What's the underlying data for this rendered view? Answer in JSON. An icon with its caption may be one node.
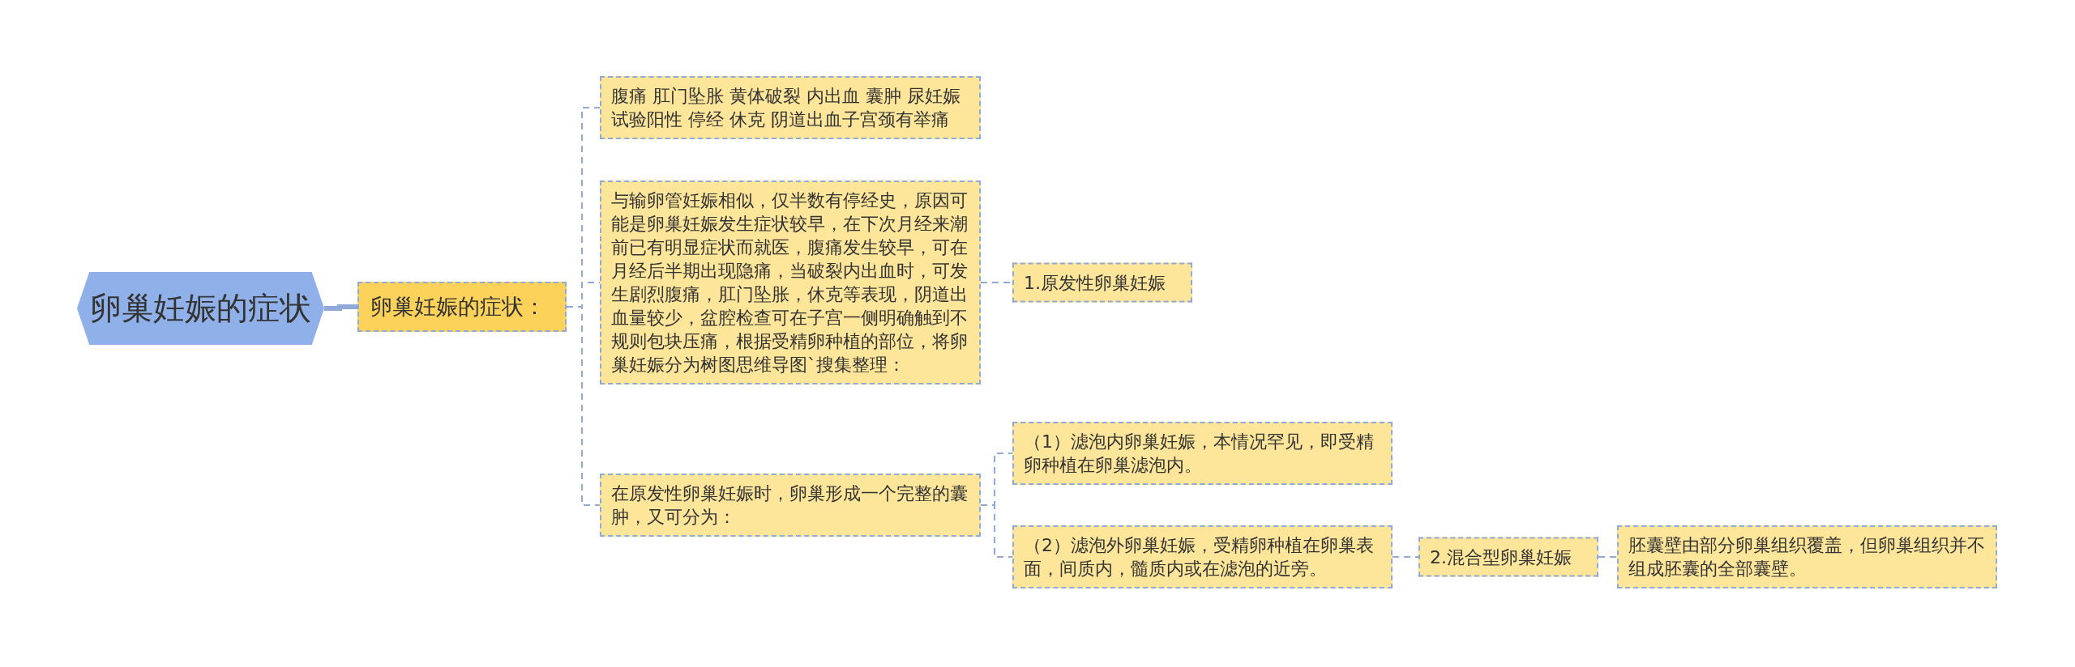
{
  "diagram": {
    "nodes": [
      {
        "text": [
          "卵巢妊娠的症状"
        ]
      },
      {
        "text": [
          "卵巢妊娠的症状："
        ]
      },
      {
        "text": [
          "腹痛 肛门坠胀 黄体破裂 内出血 囊肿 尿妊娠试验阳性 停经 休克 阴道出血子宫颈有举痛"
        ]
      },
      {
        "text": [
          "与输卵管妊娠相似，仅半数有停经史，原因可能是卵巢妊娠发生症状较早，在下次月经来潮前已有明显症状而就医，腹痛发生较早，可在月经后半期出现隐痛，当破裂内出血时，可发生剧烈腹痛，肛门坠胀，休克等表现，阴道出血量较少，盆腔检查可在子宫一侧明确触到不规则包块压痛，根据受精卵种植的部位，将卵巢妊娠分为树图思维导图`搜集整理："
        ]
      },
      {
        "text": [
          "在原发性卵巢妊娠时，卵巢形成一个完整的囊肿，又可分为："
        ]
      },
      {
        "text": [
          "1.原发性卵巢妊娠"
        ]
      },
      {
        "text": [
          "（1）滤泡内卵巢妊娠，本情况罕见，即受精卵种植在卵巢滤泡内。"
        ]
      },
      {
        "text": [
          "（2）滤泡外卵巢妊娠，受精卵种植在卵巢表面，间质内，髓质内或在滤泡的近旁。"
        ]
      },
      {
        "text": [
          "2.混合型卵巢妊娠"
        ]
      },
      {
        "text": [
          "胚囊壁由部分卵巢组织覆盖，但卵巢组织并不组成胚囊的全部囊壁。"
        ]
      }
    ],
    "edges": [
      {
        "from": 0,
        "to": 1,
        "arrow": "none",
        "style": "thick"
      },
      {
        "from": 1,
        "to": 2,
        "arrow": "none",
        "style": "dashed"
      },
      {
        "from": 1,
        "to": 3,
        "arrow": "none",
        "style": "dashed"
      },
      {
        "from": 1,
        "to": 4,
        "arrow": "none",
        "style": "dashed"
      },
      {
        "from": 3,
        "to": 5,
        "arrow": "none",
        "style": "dashed"
      },
      {
        "from": 4,
        "to": 6,
        "arrow": "none",
        "style": "dashed"
      },
      {
        "from": 4,
        "to": 7,
        "arrow": "none",
        "style": "dashed"
      },
      {
        "from": 7,
        "to": 8,
        "arrow": "none",
        "style": "dashed"
      },
      {
        "from": 8,
        "to": 9,
        "arrow": "none",
        "style": "dashed"
      }
    ]
  }
}
